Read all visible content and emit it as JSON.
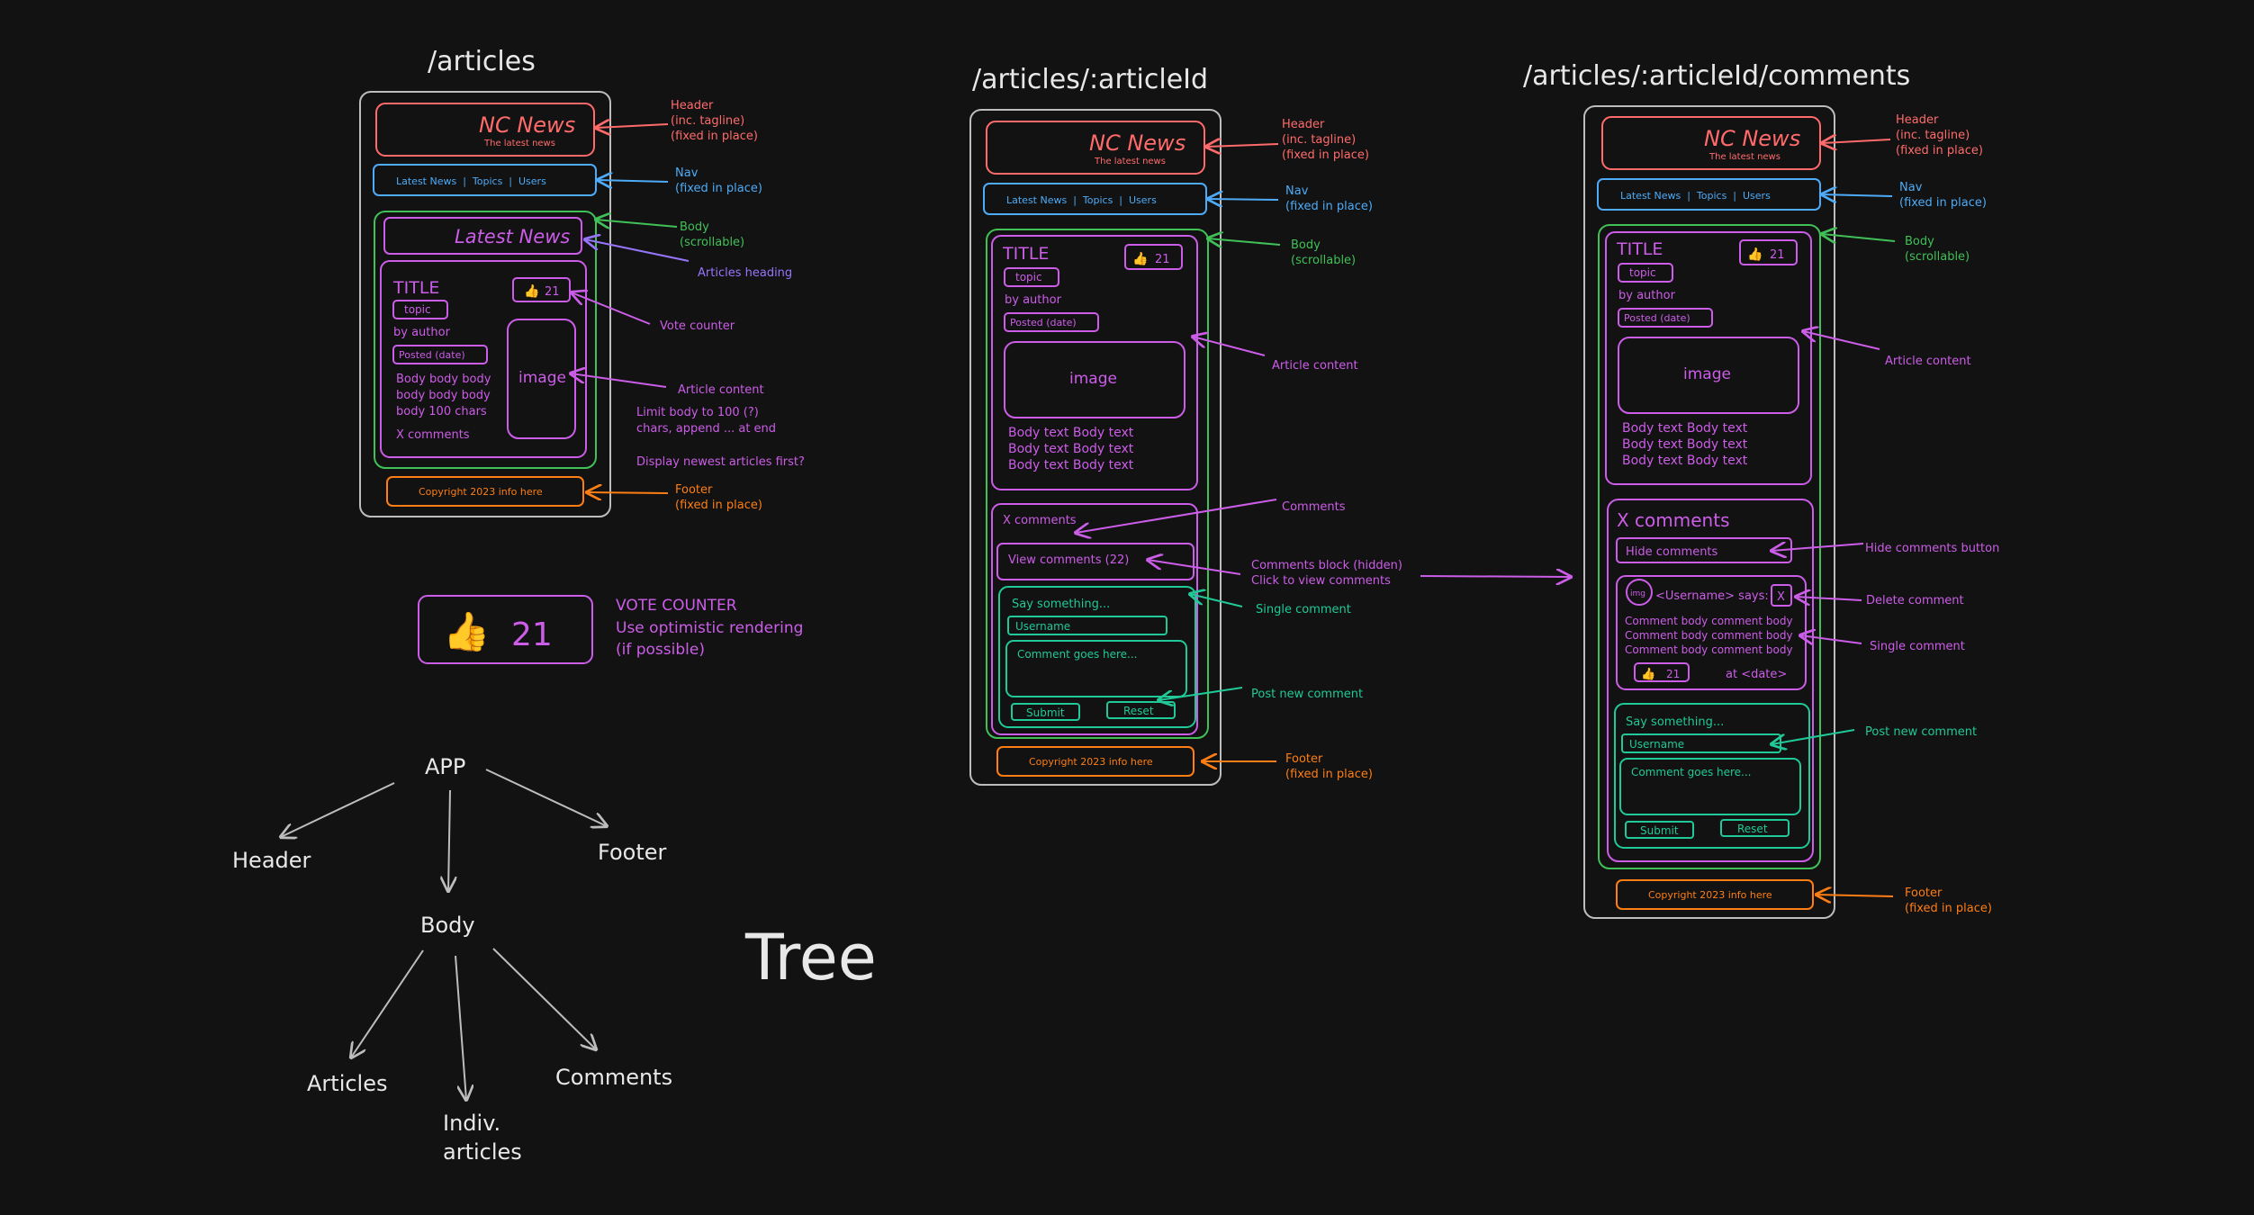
{
  "page1": {
    "route": "/articles",
    "logo": "NC News",
    "tagline": "The latest news",
    "nav": "Latest News  |  Topics  |  Users",
    "heading": "Latest News",
    "card": {
      "title": "TITLE",
      "topic": "topic",
      "author": "by author",
      "posted": "Posted (date)",
      "body": [
        "Body body body",
        "body body body",
        "body 100 chars"
      ],
      "comments": "X comments",
      "votes": "21",
      "image": "image"
    },
    "footer": "Copyright 2023 info here",
    "notes": {
      "header": [
        "Header",
        "(inc. tagline)",
        "(fixed in place)"
      ],
      "nav": [
        "Nav",
        "(fixed in place)"
      ],
      "body": [
        "Body",
        "(scrollable)"
      ],
      "heading": "Articles heading",
      "vote": "Vote counter",
      "content": "Article content",
      "limit": [
        "Limit body to 100 (?)",
        "chars, append ... at end"
      ],
      "newest": "Display newest articles first?",
      "footer": [
        "Footer",
        "(fixed in place)"
      ]
    }
  },
  "vote_counter": {
    "value": "21",
    "notes": [
      "VOTE COUNTER",
      "Use optimistic rendering",
      "(if possible)"
    ]
  },
  "tree": {
    "title": "Tree",
    "nodes": {
      "app": "APP",
      "header": "Header",
      "footer": "Footer",
      "body": "Body",
      "articles": "Articles",
      "indiv1": "Indiv.",
      "indiv2": "articles",
      "comments": "Comments"
    }
  },
  "page2": {
    "route": "/articles/:articleId",
    "logo": "NC News",
    "tagline": "The latest news",
    "nav": "Latest News  |  Topics  |  Users",
    "title": "TITLE",
    "votes": "21",
    "topic": "topic",
    "author": "by author",
    "posted": "Posted (date)",
    "image": "image",
    "body": [
      "Body text Body text",
      "Body text Body text",
      "Body text Body text"
    ],
    "comments_count": "X comments",
    "view_comments": "View comments (22)",
    "say": "Say something...",
    "username": "Username",
    "comment_placeholder": "Comment goes here...",
    "submit": "Submit",
    "reset": "Reset",
    "footer": "Copyright 2023 info here",
    "notes": {
      "header": [
        "Header",
        "(inc. tagline)",
        "(fixed in place)"
      ],
      "nav": [
        "Nav",
        "(fixed in place)"
      ],
      "body": [
        "Body",
        "(scrollable)"
      ],
      "content": "Article content",
      "comments": "Comments",
      "block": [
        "Comments block (hidden)",
        "Click to view comments"
      ],
      "single": "Single comment",
      "post": "Post new comment",
      "footer": [
        "Footer",
        "(fixed in place)"
      ]
    }
  },
  "page3": {
    "route": "/articles/:articleId/comments",
    "logo": "NC News",
    "tagline": "The latest news",
    "nav": "Latest News  |  Topics  |  Users",
    "title": "TITLE",
    "votes": "21",
    "topic": "topic",
    "author": "by author",
    "posted": "Posted (date)",
    "image": "image",
    "body": [
      "Body text Body text",
      "Body text Body text",
      "Body text Body text"
    ],
    "comments_heading": "X comments",
    "hide_comments": "Hide comments",
    "avatar": "img",
    "says": "<Username> says:",
    "delete": "X",
    "comment_body": [
      "Comment body comment body",
      "Comment body comment body",
      "Comment body comment body"
    ],
    "comment_votes": "21",
    "at_date": "at <date>",
    "say": "Say something...",
    "username": "Username",
    "comment_placeholder": "Comment goes here...",
    "submit": "Submit",
    "reset": "Reset",
    "footer": "Copyright 2023 info here",
    "notes": {
      "header": [
        "Header",
        "(inc. tagline)",
        "(fixed in place)"
      ],
      "nav": [
        "Nav",
        "(fixed in place)"
      ],
      "body": [
        "Body",
        "(scrollable)"
      ],
      "content": "Article content",
      "hide": "Hide comments button",
      "delete": "Delete comment",
      "single": "Single comment",
      "post": "Post new comment",
      "footer": [
        "Footer",
        "(fixed in place)"
      ]
    }
  },
  "colors": {
    "background": "#121212",
    "header": "#ff6b6b",
    "nav": "#4dabf7",
    "body": "#40c057",
    "content": "#cc5de8",
    "footer": "#fd7e14",
    "form": "#20c997"
  }
}
